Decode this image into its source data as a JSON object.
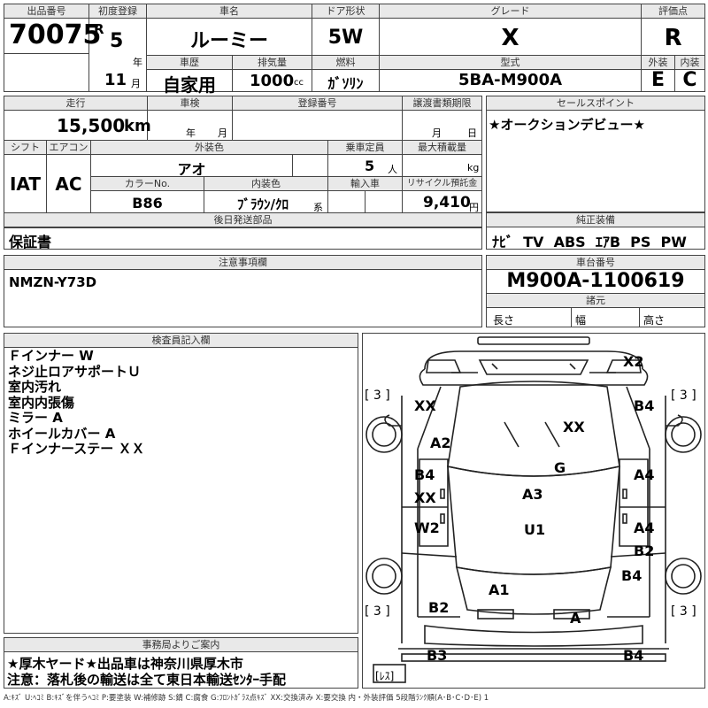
{
  "header": {
    "lot_label": "出品番号",
    "lot_number": "70075",
    "first_reg_label": "初度登録",
    "era_mark": "R",
    "year": "5",
    "year_unit": "年",
    "month": "11",
    "month_unit": "月",
    "car_name_label": "車名",
    "car_name": "ルーミー",
    "door_label": "ドア形状",
    "door": "5W",
    "grade_label": "グレード",
    "grade": "X",
    "score_label": "評価点",
    "score": "R",
    "history_label": "車歴",
    "history": "自家用",
    "displacement_label": "排気量",
    "displacement": "1000",
    "displacement_unit": "cc",
    "fuel_label": "燃料",
    "fuel": "ｶﾞｿﾘﾝ",
    "model_label": "型式",
    "model": "5BA-M900A",
    "exterior_label": "外装",
    "exterior": "E",
    "interior_label": "内装",
    "interior": "C"
  },
  "row2": {
    "mileage_label": "走行",
    "mileage": "15,500",
    "mileage_unit": "km",
    "inspection_label": "車検",
    "inspection_year_unit": "年",
    "inspection_month_unit": "月",
    "reg_no_label": "登録番号",
    "transfer_label": "譲渡書類期限",
    "transfer_month_unit": "月",
    "transfer_day_unit": "日",
    "shift_label": "シフト",
    "shift": "IAT",
    "ac_label": "エアコン",
    "ac": "AC",
    "ext_color_label": "外装色",
    "ext_color": "アオ",
    "capacity_label": "乗車定員",
    "capacity": "5",
    "capacity_unit": "人",
    "max_load_label": "最大積載量",
    "max_load_unit": "kg",
    "color_no_label": "カラーNo.",
    "color_no": "B86",
    "int_color_label": "内装色",
    "int_color": "ﾌﾞﾗｳﾝ/ｸﾛ",
    "int_color_unit": "系",
    "import_label": "輸入車",
    "recycle_label": "リサイクル預託金",
    "recycle": "9,410",
    "recycle_unit": "円"
  },
  "sales_point": {
    "label": "セールスポイント",
    "text": "★オークションデビュー★"
  },
  "later_parts": {
    "label": "後日発送部品",
    "text": "保証書"
  },
  "equipment": {
    "label": "純正装備",
    "text": "ﾅﾋﾞ  TV  ABS  ｴｱB  PS  PW"
  },
  "notes": {
    "label": "注意事項欄",
    "text": "NMZN-Y73D"
  },
  "chassis": {
    "label": "車台番号",
    "number": "M900A-1100619",
    "dims_label": "諸元",
    "length_label": "長さ",
    "width_label": "幅",
    "height_label": "高さ"
  },
  "inspector": {
    "label": "検査員記入欄",
    "lines": [
      "Ｆインナー W",
      "ネジ止ロアサポートＵ",
      "室内汚れ",
      "室内内張傷",
      "ミラー A",
      "ホイールカバー A",
      "Ｆインナーステー ＸＸ"
    ]
  },
  "office": {
    "label": "事務局よりご案内",
    "line1": "★厚木ヤード★出品車は神奈川県厚木市",
    "line2": "注意：落札後の輸送は全て東日本輸送ｾﾝﾀｰ手配"
  },
  "diagram": {
    "marks": {
      "x2": "X2",
      "xx_fl": "XX",
      "b4_fr": "B4",
      "xx_hood": "XX",
      "a2": "A2",
      "g": "G",
      "b4_l": "B4",
      "xx_l": "XX",
      "a4_r1": "A4",
      "a3": "A3",
      "w2": "W2",
      "u1": "U1",
      "a4_r2": "A4",
      "b2_r": "B2",
      "b4_rr": "B4",
      "a1": "A1",
      "b2_l": "B2",
      "a": "A",
      "b3": "B3",
      "b4_bot": "B4"
    },
    "brackets": {
      "fl": "[ 3 ]",
      "fr": "[ 3 ]",
      "rl": "[ 3 ]",
      "rr": "[ 3 ]",
      "spare": "[ﾚｽ]"
    }
  },
  "legend": "A:ｷｽﾞ  U:ﾍｺﾐ  B:ｷｽﾞを伴うﾍｺﾐ  P:要塗装  W:補修跡  S:錆  C:腐食  G:ﾌﾛﾝﾄｶﾞﾗｽ点ｷｽﾞ  XX:交換済み  X:要交換   内・外装評価  5段階ﾗﾝｸ順(A･B･C･D･E) 1"
}
